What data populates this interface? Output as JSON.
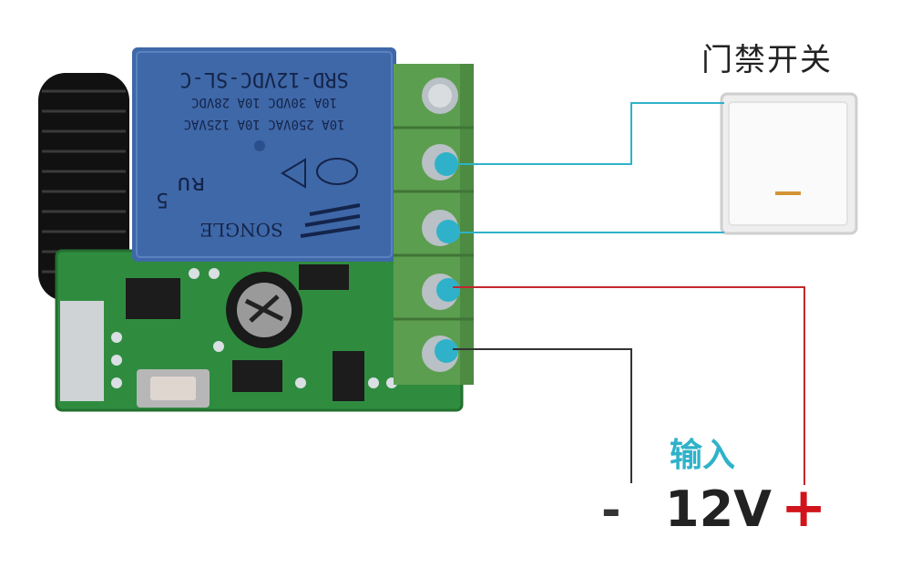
{
  "switch_label": "门禁开关",
  "input_label": "输入",
  "voltage_label": "12V",
  "minus_label": "-",
  "plus_label": "+",
  "relay": {
    "line1": "SRD-12VDC-SL-C",
    "line2": "10A 30VDC  10A 28VDC",
    "line3": "10A 250VAC  10A 125VAC",
    "brand": "SONGLE",
    "pins": "5"
  },
  "colors": {
    "accent": "#2fb2c9",
    "positive": "#d1141b",
    "negative": "#333333",
    "terminal_block": "#5c9e4f",
    "relay": "#3f68a8",
    "pcb": "#2f8c3f"
  }
}
